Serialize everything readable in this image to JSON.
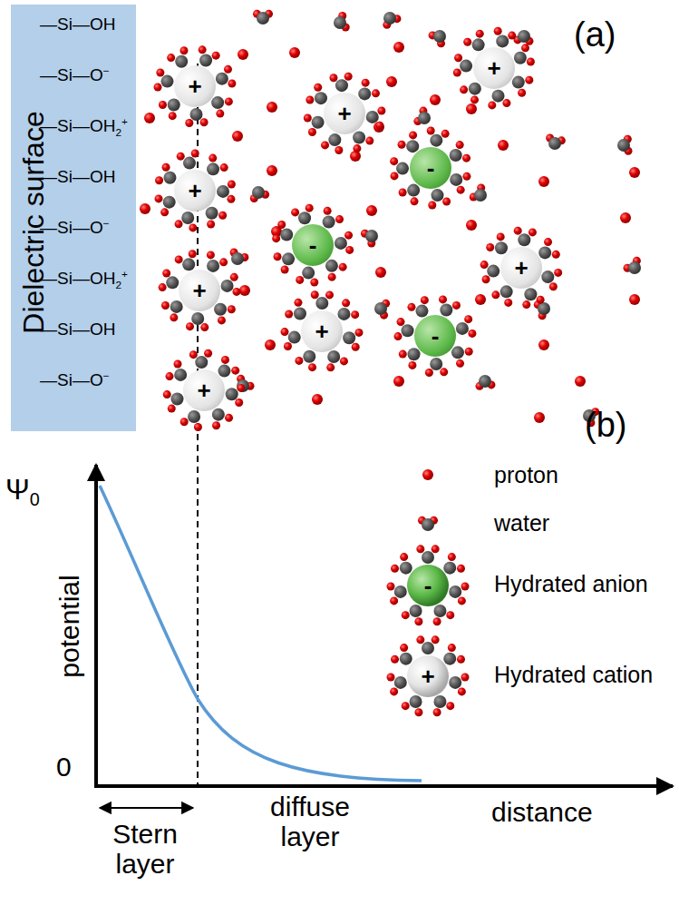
{
  "diagram": {
    "nodes": [
      {
        "text": [
          "Dielectric surface"
        ]
      },
      {
        "text": [
          "+"
        ]
      },
      {
        "text": [
          "+"
        ]
      },
      {
        "text": [
          "+"
        ]
      },
      {
        "text": [
          "+"
        ]
      },
      {
        "text": [
          "-"
        ]
      },
      {
        "text": [
          "-"
        ]
      },
      {
        "text": [
          "+"
        ]
      },
      {
        "text": [
          "+"
        ]
      },
      {
        "text": [
          "+"
        ]
      },
      {
        "text": [
          "-"
        ]
      },
      {
        "text": [
          "+"
        ]
      }
    ],
    "labels": [
      "(a)",
      "(b)",
      "—Si—OH",
      "—Si—O−",
      "—Si—OH2+",
      "—Si—OH",
      "—Si—O−",
      "—Si—OH2+",
      "—Si—OH",
      "—Si—O−",
      "Ψ0",
      "potential",
      "0",
      "distance",
      "Stern layer",
      "diffuse layer",
      "-",
      "+"
    ],
    "legend": [
      {
        "text": "proton"
      },
      {
        "text": "water"
      },
      {
        "text": "Hydrated anion"
      },
      {
        "text": "Hydrated cation"
      }
    ]
  }
}
